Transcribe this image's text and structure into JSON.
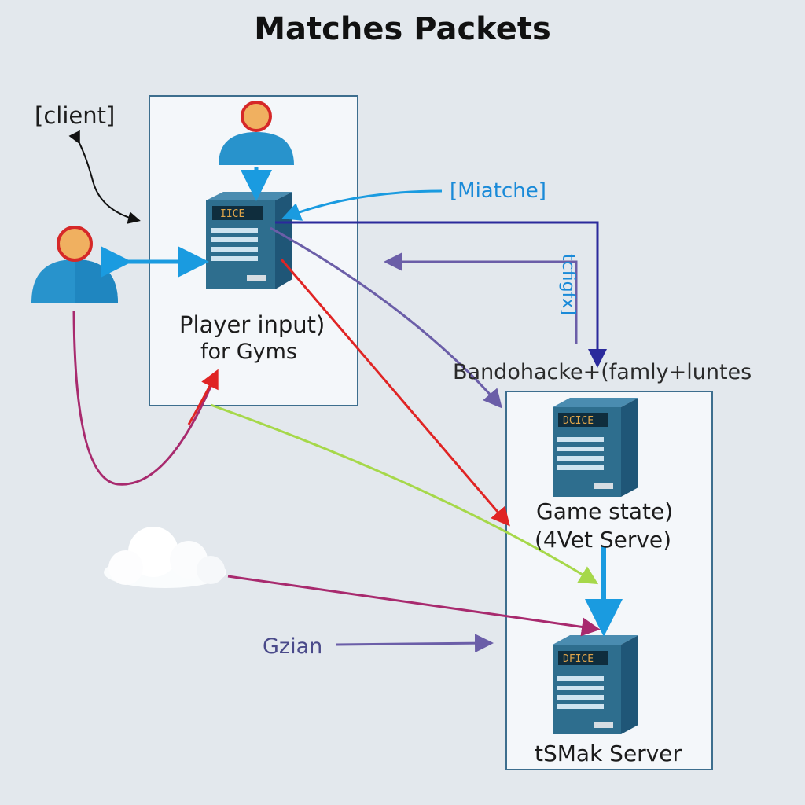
{
  "title": "Matches Packets",
  "labels": {
    "client": "[client]",
    "box_player_line1": "Player input)",
    "box_player_line2": "for Gyms",
    "matche": "[Miatche]",
    "vertical": "tcfigfx]",
    "bandwidth": "Bandohacke+(famly+luntes",
    "game_state_line1": "Game state)",
    "game_state_line2": "(4Vet Serve)",
    "gzian": "Gzian",
    "mark_server": "tSMak Server"
  },
  "screens": {
    "server_a": "IICE",
    "server_b": "DCICE",
    "server_c": "DFICE"
  },
  "colors": {
    "background": "#e3e8ed",
    "box_border": "#3d6e8e",
    "person_body": "#2893cc",
    "person_head": "#f0b060",
    "person_outline": "#d62828",
    "server_body": "#2e6e8e",
    "arrow_cyan": "#1a9be0",
    "arrow_navy": "#2b2a9c",
    "arrow_purple": "#6b5ea8",
    "arrow_red": "#e02424",
    "arrow_green": "#a6d84a",
    "arrow_magenta": "#a82a6e",
    "label_blue": "#1a8ad8"
  }
}
